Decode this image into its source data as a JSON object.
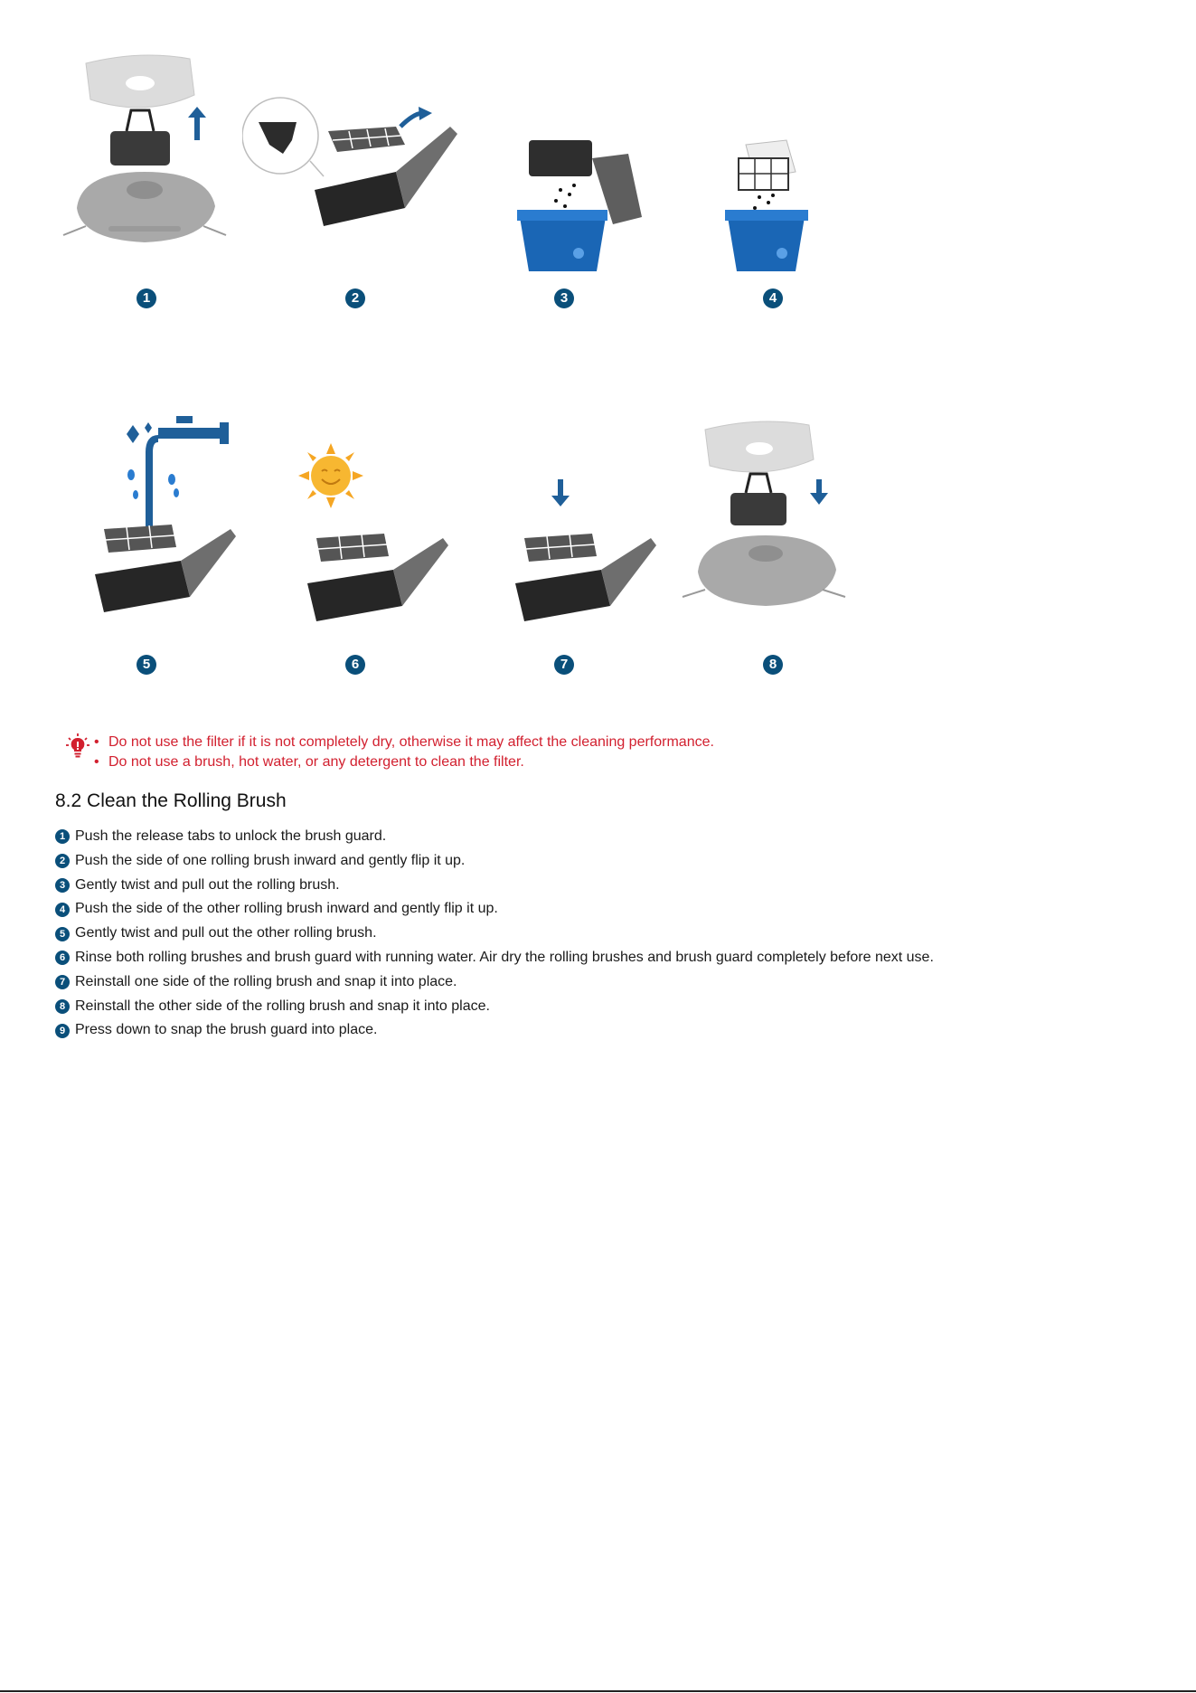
{
  "illustrations": {
    "badges": [
      "1",
      "2",
      "3",
      "4",
      "5",
      "6",
      "7",
      "8"
    ]
  },
  "tips": [
    "Do not use the filter if it is not completely dry, otherwise it may affect the cleaning performance.",
    "Do not use a brush, hot water, or any detergent to clean the filter."
  ],
  "tip_bullet": "•",
  "section": {
    "title": "8.2 Clean the Rolling Brush",
    "steps": [
      {
        "num": "1",
        "text": "Push the release tabs to unlock the brush guard."
      },
      {
        "num": "2",
        "text": "Push the side of one rolling brush inward and gently flip it up."
      },
      {
        "num": "3",
        "text": "Gently twist and pull out the rolling brush."
      },
      {
        "num": "4",
        "text": "Push the side of the other rolling brush inward and gently flip it up."
      },
      {
        "num": "5",
        "text": "Gently twist and pull out the other rolling brush."
      },
      {
        "num": "6",
        "text": "Rinse both rolling brushes and brush guard with running water. Air dry the rolling brushes and brush guard completely before next use."
      },
      {
        "num": "7",
        "text": "Reinstall one side of the rolling brush and snap it into place."
      },
      {
        "num": "8",
        "text": "Reinstall the other side of the rolling brush and snap it into place."
      },
      {
        "num": "9",
        "text": "Press down to snap the brush guard into place."
      }
    ]
  },
  "colors": {
    "badge": "#0a4f7a",
    "warning": "#d2202f",
    "bin": "#1a66b5"
  }
}
